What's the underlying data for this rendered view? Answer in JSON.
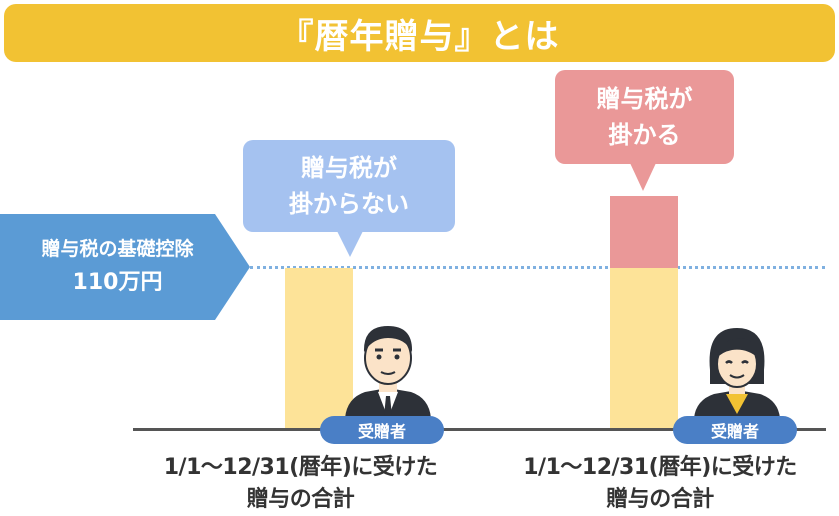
{
  "title": "『暦年贈与』とは",
  "deduction": {
    "line1": "贈与税の基礎控除",
    "line2": "110万円"
  },
  "bubble_no_tax": {
    "line1": "贈与税が",
    "line2": "掛からない"
  },
  "bubble_tax": {
    "line1": "贈与税が",
    "line2": "掛かる"
  },
  "recipients": [
    {
      "label": "受贈者",
      "caption_line1": "1/1〜12/31(暦年)に受けた",
      "caption_line2": "贈与の合計"
    },
    {
      "label": "受贈者",
      "caption_line1": "1/1〜12/31(暦年)に受けた",
      "caption_line2": "贈与の合計"
    }
  ],
  "colors": {
    "banner": "#f2c233",
    "arrow": "#5b9bd5",
    "bubble_blue": "#a5c2f0",
    "bubble_red": "#ea9898",
    "bar_yellow": "#fde398",
    "pill": "#4a7fc6"
  }
}
